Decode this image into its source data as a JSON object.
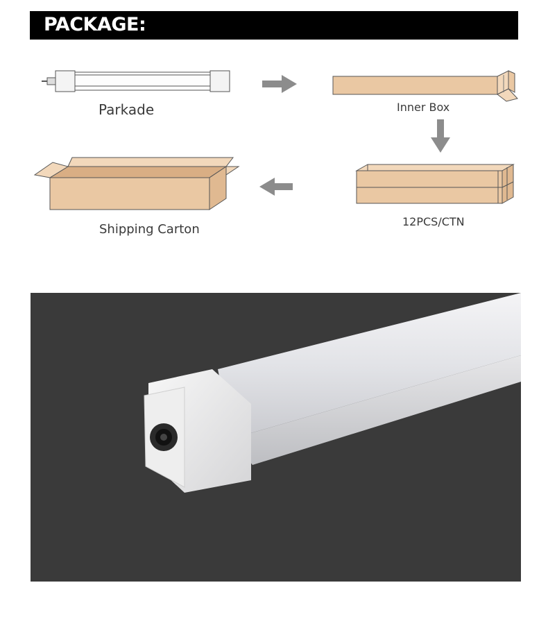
{
  "header": {
    "title": "PACKAGE:"
  },
  "steps": {
    "parkade": {
      "label": "Parkade"
    },
    "inner_box": {
      "label": "Inner Box"
    },
    "carton_stack": {
      "label": "12PCS/CTN"
    },
    "shipping_carton": {
      "label": "Shipping Carton"
    }
  },
  "colors": {
    "cardboard": "#EAC8A3",
    "arrow": "#8c8c8c",
    "header_bg": "#000000",
    "photo_bg": "#3a3a3a"
  }
}
